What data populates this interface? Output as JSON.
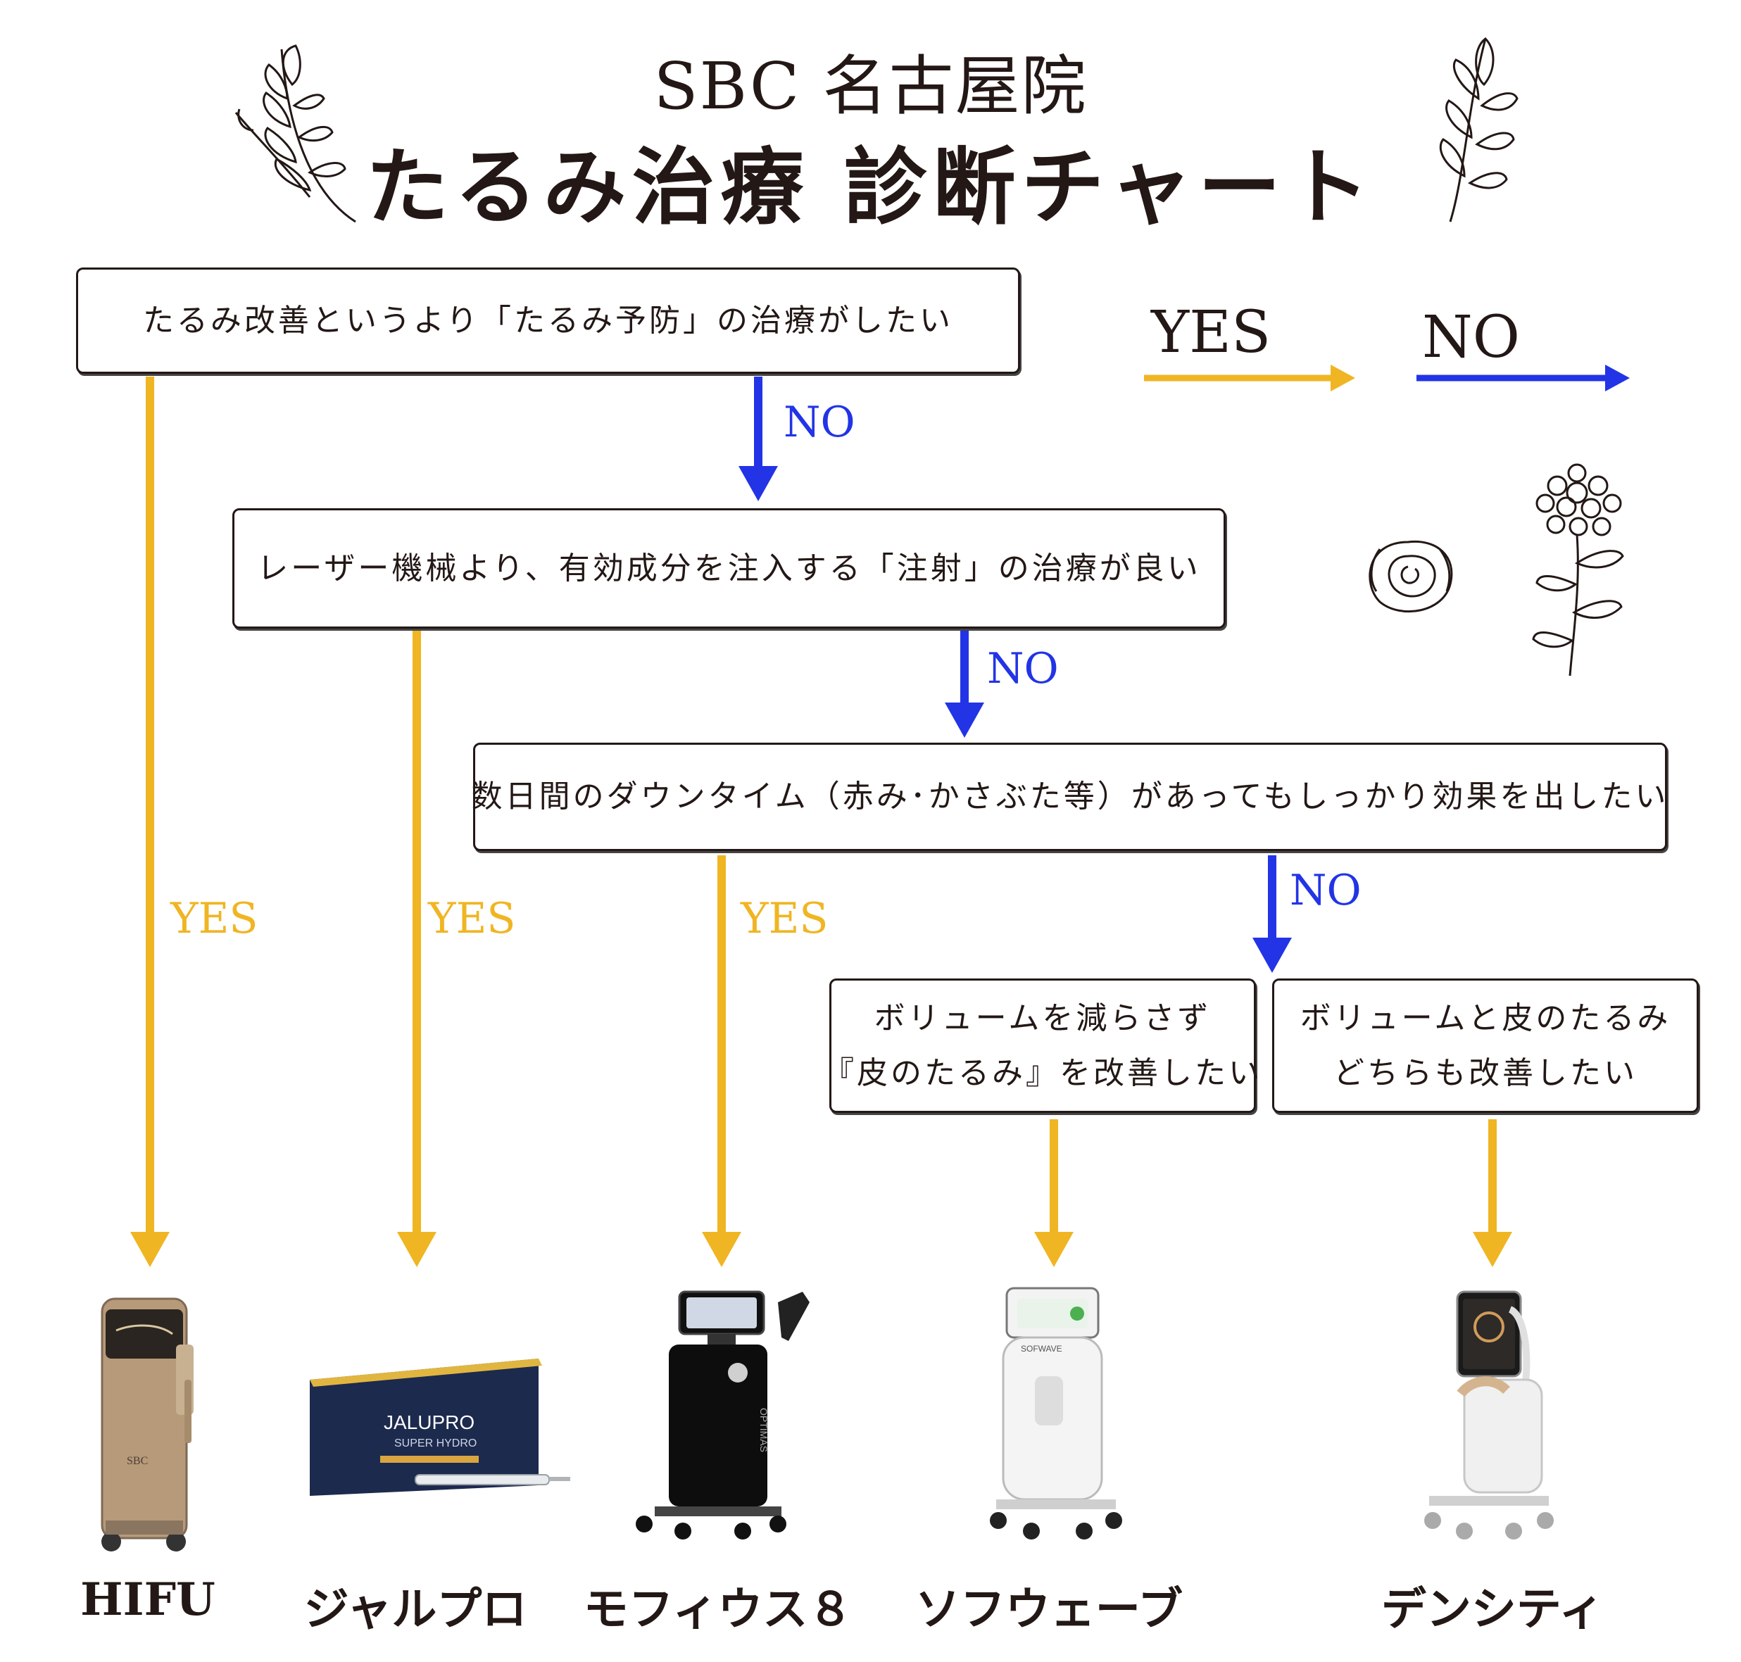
{
  "header": {
    "line1": "SBC 名古屋院",
    "line2": "たるみ治療 診断チャート"
  },
  "legend": {
    "yes": "YES",
    "no": "NO",
    "yes_color": "#F0B523",
    "no_color": "#2234E6"
  },
  "questions": {
    "q1": "たるみ改善というより「たるみ予防」の治療がしたい",
    "q2": "レーザー機械より、有効成分を注入する「注射」の治療が良い",
    "q3": "数日間のダウンタイム（赤み･かさぶた等）があってもしっかり効果を出したい",
    "q4": {
      "line1": "ボリュームを減らさず",
      "line2": "『皮のたるみ』を改善したい"
    },
    "q5": {
      "line1": "ボリュームと皮のたるみ",
      "line2": "どちらも改善したい"
    }
  },
  "arrow_labels": {
    "yes": "YES",
    "no": "NO"
  },
  "products": [
    {
      "name": "HIFU",
      "icon": "hifu-device"
    },
    {
      "name": "ジャルプロ",
      "icon": "jalupro-box"
    },
    {
      "name": "モフィウス８",
      "icon": "morpheus8-device"
    },
    {
      "name": "ソフウェーブ",
      "icon": "sofwave-device"
    },
    {
      "name": "デンシティ",
      "icon": "density-device"
    }
  ],
  "device_text": {
    "hifu_brand": "SBC",
    "jalupro_brand": "JALUPRO",
    "jalupro_sub": "SUPER HYDRO",
    "morpheus_brand": "OPTIMAS",
    "sofwave_brand": "SOFWAVE"
  }
}
